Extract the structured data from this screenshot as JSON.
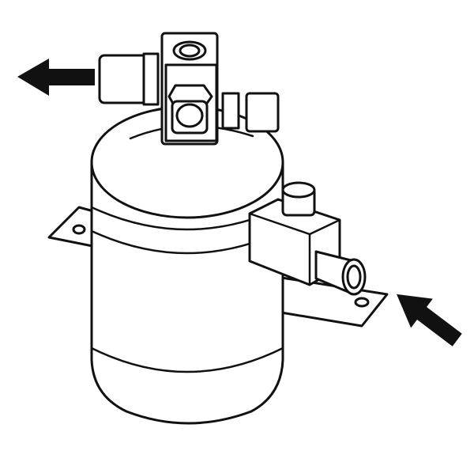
{
  "colors": {
    "ink": "#111111",
    "paper": "#ffffff"
  },
  "diagram": {
    "subject": "receiver-drier-canister",
    "arrows": [
      {
        "name": "outlet-arrow",
        "direction": "left"
      },
      {
        "name": "inlet-arrow",
        "direction": "up-left"
      }
    ]
  }
}
